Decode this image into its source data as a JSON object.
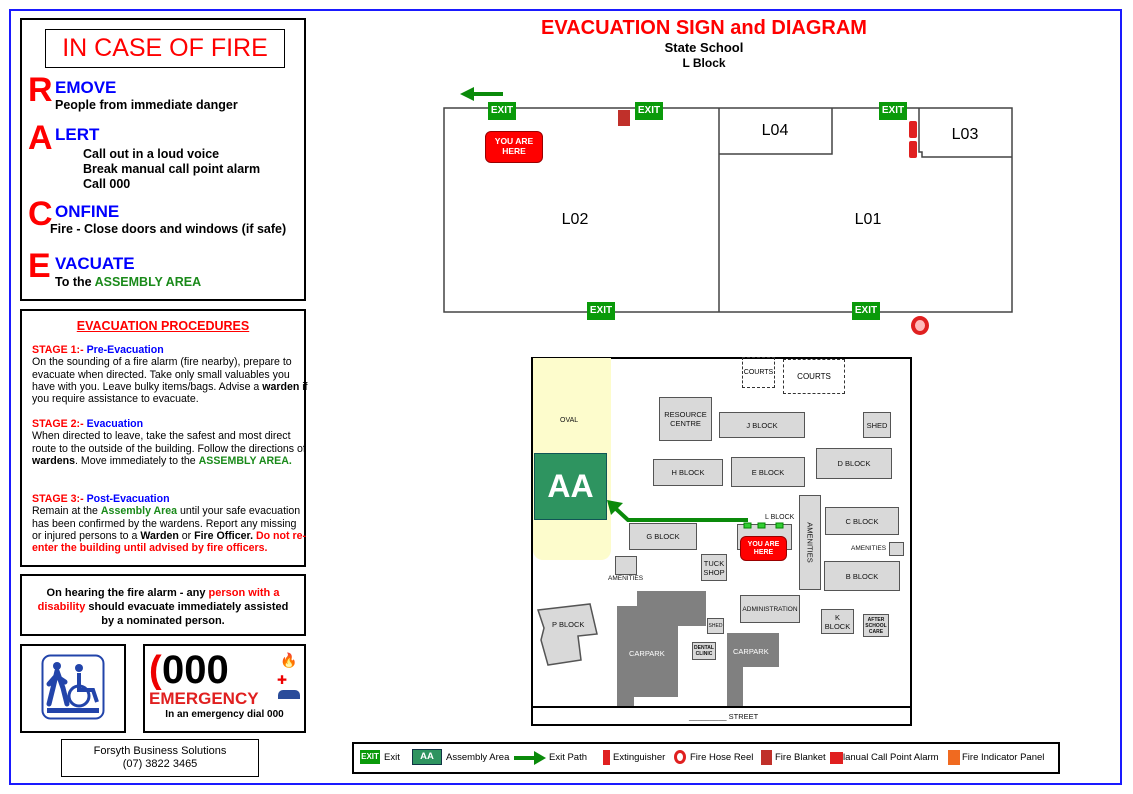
{
  "header": {
    "title": "EVACUATION SIGN and DIAGRAM",
    "school": "State School",
    "block": "L Block"
  },
  "race": {
    "title": "IN CASE OF FIRE",
    "r": {
      "letter": "R",
      "word": "EMOVE",
      "text": "People from immediate danger"
    },
    "a": {
      "letter": "A",
      "word": "LERT",
      "lines": [
        "Call out in a loud voice",
        "Break manual call point alarm",
        "Call 000"
      ]
    },
    "c": {
      "letter": "C",
      "word": "ONFINE",
      "text": "Fire - Close doors and windows (if safe)"
    },
    "e": {
      "letter": "E",
      "word": "VACUATE",
      "text": "To the",
      "area": "ASSEMBLY AREA"
    }
  },
  "procedures": {
    "title": "EVACUATION PROCEDURES",
    "s1": {
      "stage": "STAGE 1:-",
      "name": "Pre-Evacuation",
      "t1": "On the sounding of a fire alarm (fire nearby), prepare to evacuate when directed. Take only small valuables you have with you. Leave bulky items/bags. Advise a ",
      "b1": "warden",
      "t2": " if you require assistance to evacuate."
    },
    "s2": {
      "stage": "STAGE 2:-",
      "name": "Evacuation",
      "t1": "When directed to leave, take the safest and most direct route to the outside of the building. Follow the directions of ",
      "b1": "wardens",
      "t2": ". Move immediately to the ",
      "g1": "ASSEMBLY AREA."
    },
    "s3": {
      "stage": "STAGE 3:-",
      "name": "Post-Evacuation",
      "t1": "Remain at the ",
      "g1": "Assembly Area",
      "t2": " until your safe evacuation has been confirmed by the wardens. Report any missing or injured persons to a ",
      "b1": "Warden",
      "t3": " or ",
      "b2": "Fire Officer.",
      "r1": " Do not re-enter the building until advised by fire officers."
    }
  },
  "disability": {
    "t1": "On hearing the fire alarm - any ",
    "r1": "person with a disability",
    "t2": " should evacuate immediately assisted by a nominated person."
  },
  "emergency": {
    "number": "000",
    "word": "EMERGENCY",
    "caption": "In an emergency dial 000"
  },
  "company": {
    "name": "Forsyth Business Solutions",
    "phone": "(07) 3822 3465"
  },
  "floor": {
    "exit": "EXIT",
    "you_are_here": "YOU ARE HERE",
    "rooms": [
      "L02",
      "L01",
      "L04",
      "L03"
    ]
  },
  "site": {
    "oval": "OVAL",
    "aa": "AA",
    "courts": "COURTS",
    "resource": "RESOURCE CENTRE",
    "j": "J BLOCK",
    "shed": "SHED",
    "h": "H BLOCK",
    "e": "E BLOCK",
    "d": "D BLOCK",
    "l": "L BLOCK",
    "g": "G BLOCK",
    "amenities": "AMENITIES",
    "c": "C BLOCK",
    "b": "B BLOCK",
    "tuck": "TUCK SHOP",
    "admin": "ADMINISTRATION",
    "k": "K BLOCK",
    "after": "AFTER SCHOOL CARE",
    "p": "P BLOCK",
    "carpark": "CARPARK",
    "dental": "DENTAL CLINIC",
    "street": "_________ STREET",
    "you_are_here": "YOU ARE HERE"
  },
  "legend": {
    "exit_icon": "EXIT",
    "exit": "Exit",
    "aa_icon": "AA",
    "aa": "Assembly Area",
    "path": "Exit Path",
    "ext": "Extinguisher",
    "hose": "Fire Hose Reel",
    "blanket": "Fire Blanket",
    "mcp": "lanual Call Point Alarm",
    "fip": "Fire Indicator Panel"
  },
  "colors": {
    "frame": "#1a1aff",
    "exit": "#0a9a0a",
    "aa": "#2e9460",
    "oval": "#fdfccc"
  }
}
